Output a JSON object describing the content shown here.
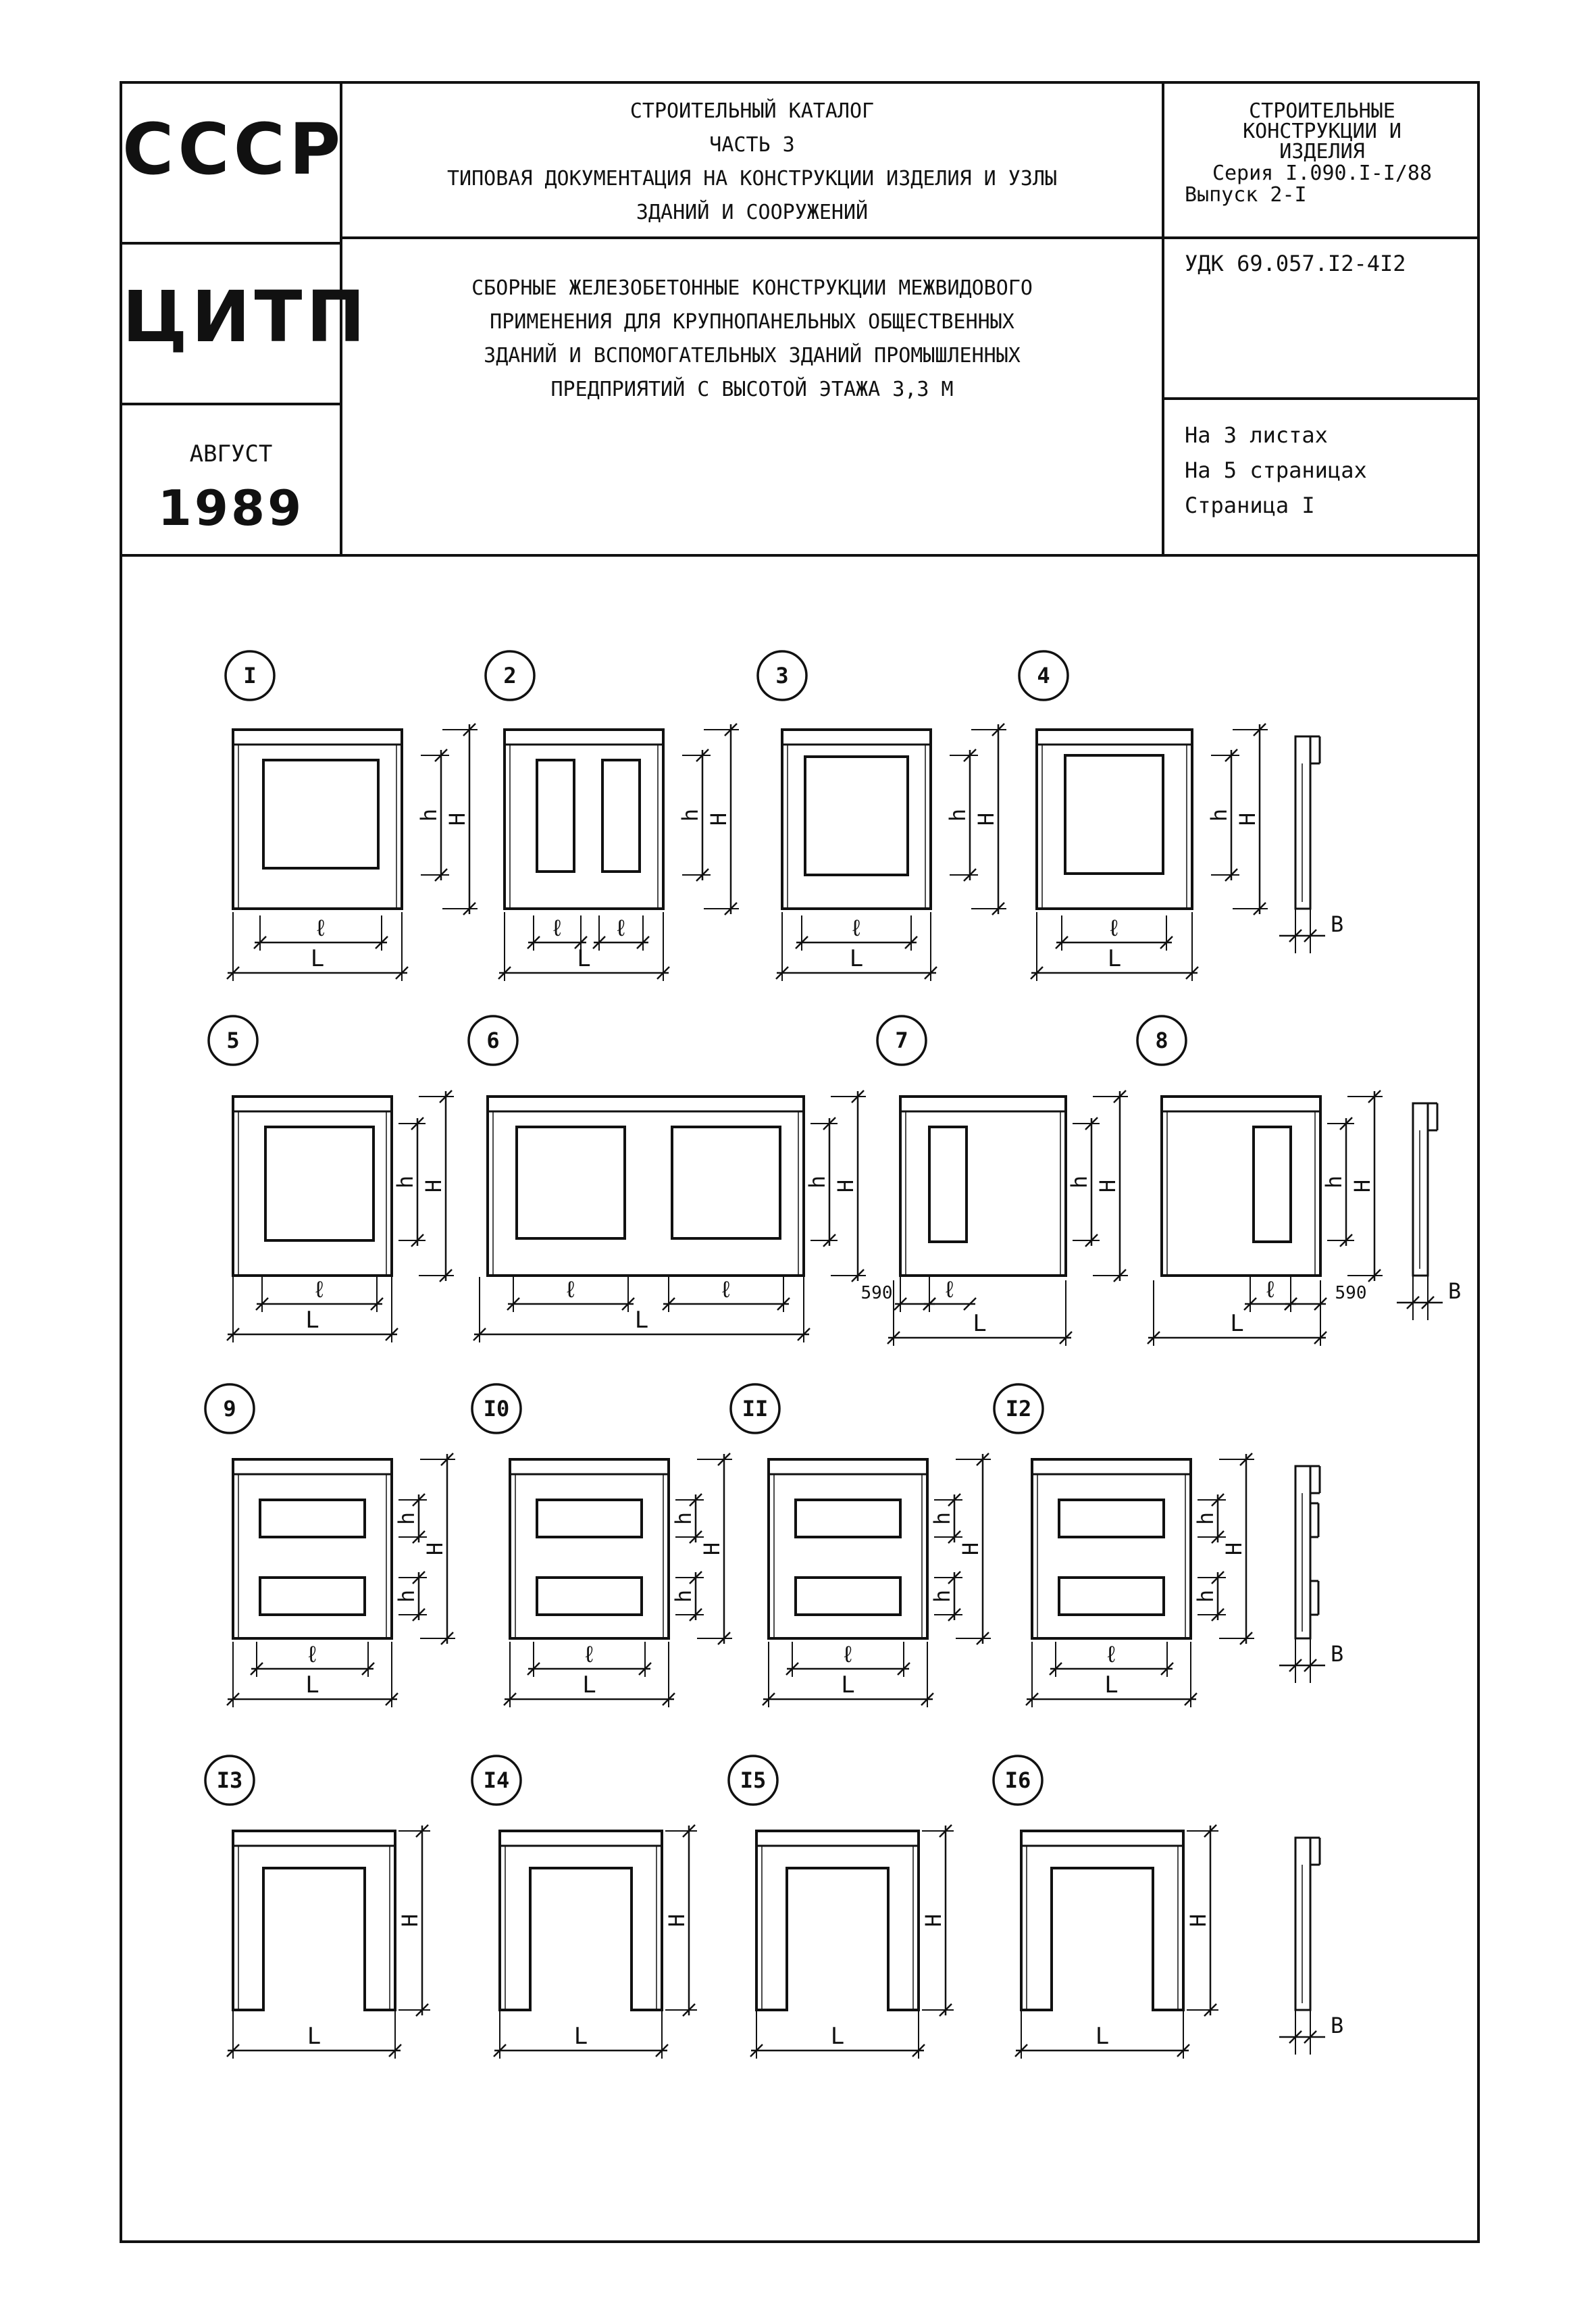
{
  "header": {
    "left": {
      "country": "СССР",
      "org": "ЦИТП",
      "month": "АВГУСТ",
      "year": "1989"
    },
    "center_top": {
      "line1": "СТРОИТЕЛЬНЫЙ КАТАЛОГ",
      "line2": "ЧАСТЬ  3",
      "line3": "ТИПОВАЯ ДОКУМЕНТАЦИЯ НА КОНСТРУКЦИИ  ИЗДЕЛИЯ И УЗЛЫ",
      "line4": "ЗДАНИЙ И СООРУЖЕНИЙ"
    },
    "center_bottom": {
      "line1": "СБОРНЫЕ ЖЕЛЕЗОБЕТОННЫЕ КОНСТРУКЦИИ МЕЖВИДОВОГО",
      "line2": "ПРИМЕНЕНИЯ  ДЛЯ  КРУПНОПАНЕЛЬНЫХ  ОБЩЕСТВЕННЫХ",
      "line3": "ЗДАНИЙ  И ВСПОМОГАТЕЛЬНЫХ  ЗДАНИЙ ПРОМЫШЛЕННЫХ",
      "line4": "ПРЕДПРИЯТИЙ С ВЫСОТОЙ ЭТАЖА 3,3 М"
    },
    "right_top": {
      "line1": "СТРОИТЕЛЬНЫЕ",
      "line2": "КОНСТРУКЦИИ И",
      "line3": "ИЗДЕЛИЯ",
      "line4": "Серия I.090.I-I/88",
      "line5": "Выпуск 2-I"
    },
    "udk": "УДК 69.057.I2-4I2",
    "sheets": {
      "line1": "На 3 листах",
      "line2": "На 5 страницах",
      "line3": "Страница I"
    }
  },
  "labels": {
    "L": "L",
    "l": "ℓ",
    "h": "h",
    "H": "H",
    "B": "B",
    "offset": "590"
  },
  "panels": [
    {
      "id": "I",
      "kind": "single"
    },
    {
      "id": "2",
      "kind": "double-narrow"
    },
    {
      "id": "3",
      "kind": "single"
    },
    {
      "id": "4",
      "kind": "single"
    },
    {
      "id": "5",
      "kind": "single"
    },
    {
      "id": "6",
      "kind": "double-wide"
    },
    {
      "id": "7",
      "kind": "slot-left"
    },
    {
      "id": "8",
      "kind": "slot-right"
    },
    {
      "id": "9",
      "kind": "two-bands"
    },
    {
      "id": "I0",
      "kind": "two-bands"
    },
    {
      "id": "II",
      "kind": "two-bands"
    },
    {
      "id": "I2",
      "kind": "two-bands"
    },
    {
      "id": "I3",
      "kind": "door"
    },
    {
      "id": "I4",
      "kind": "door"
    },
    {
      "id": "I5",
      "kind": "door"
    },
    {
      "id": "I6",
      "kind": "door"
    }
  ]
}
